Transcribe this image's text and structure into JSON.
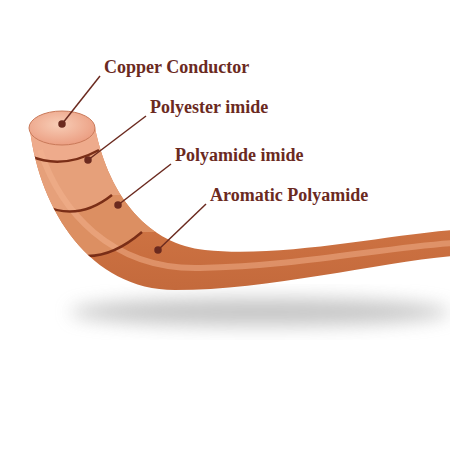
{
  "diagram": {
    "labels": [
      "Copper Conductor",
      "Polyester imide",
      "Polyamide imide",
      "Aromatic Polyamide"
    ]
  }
}
